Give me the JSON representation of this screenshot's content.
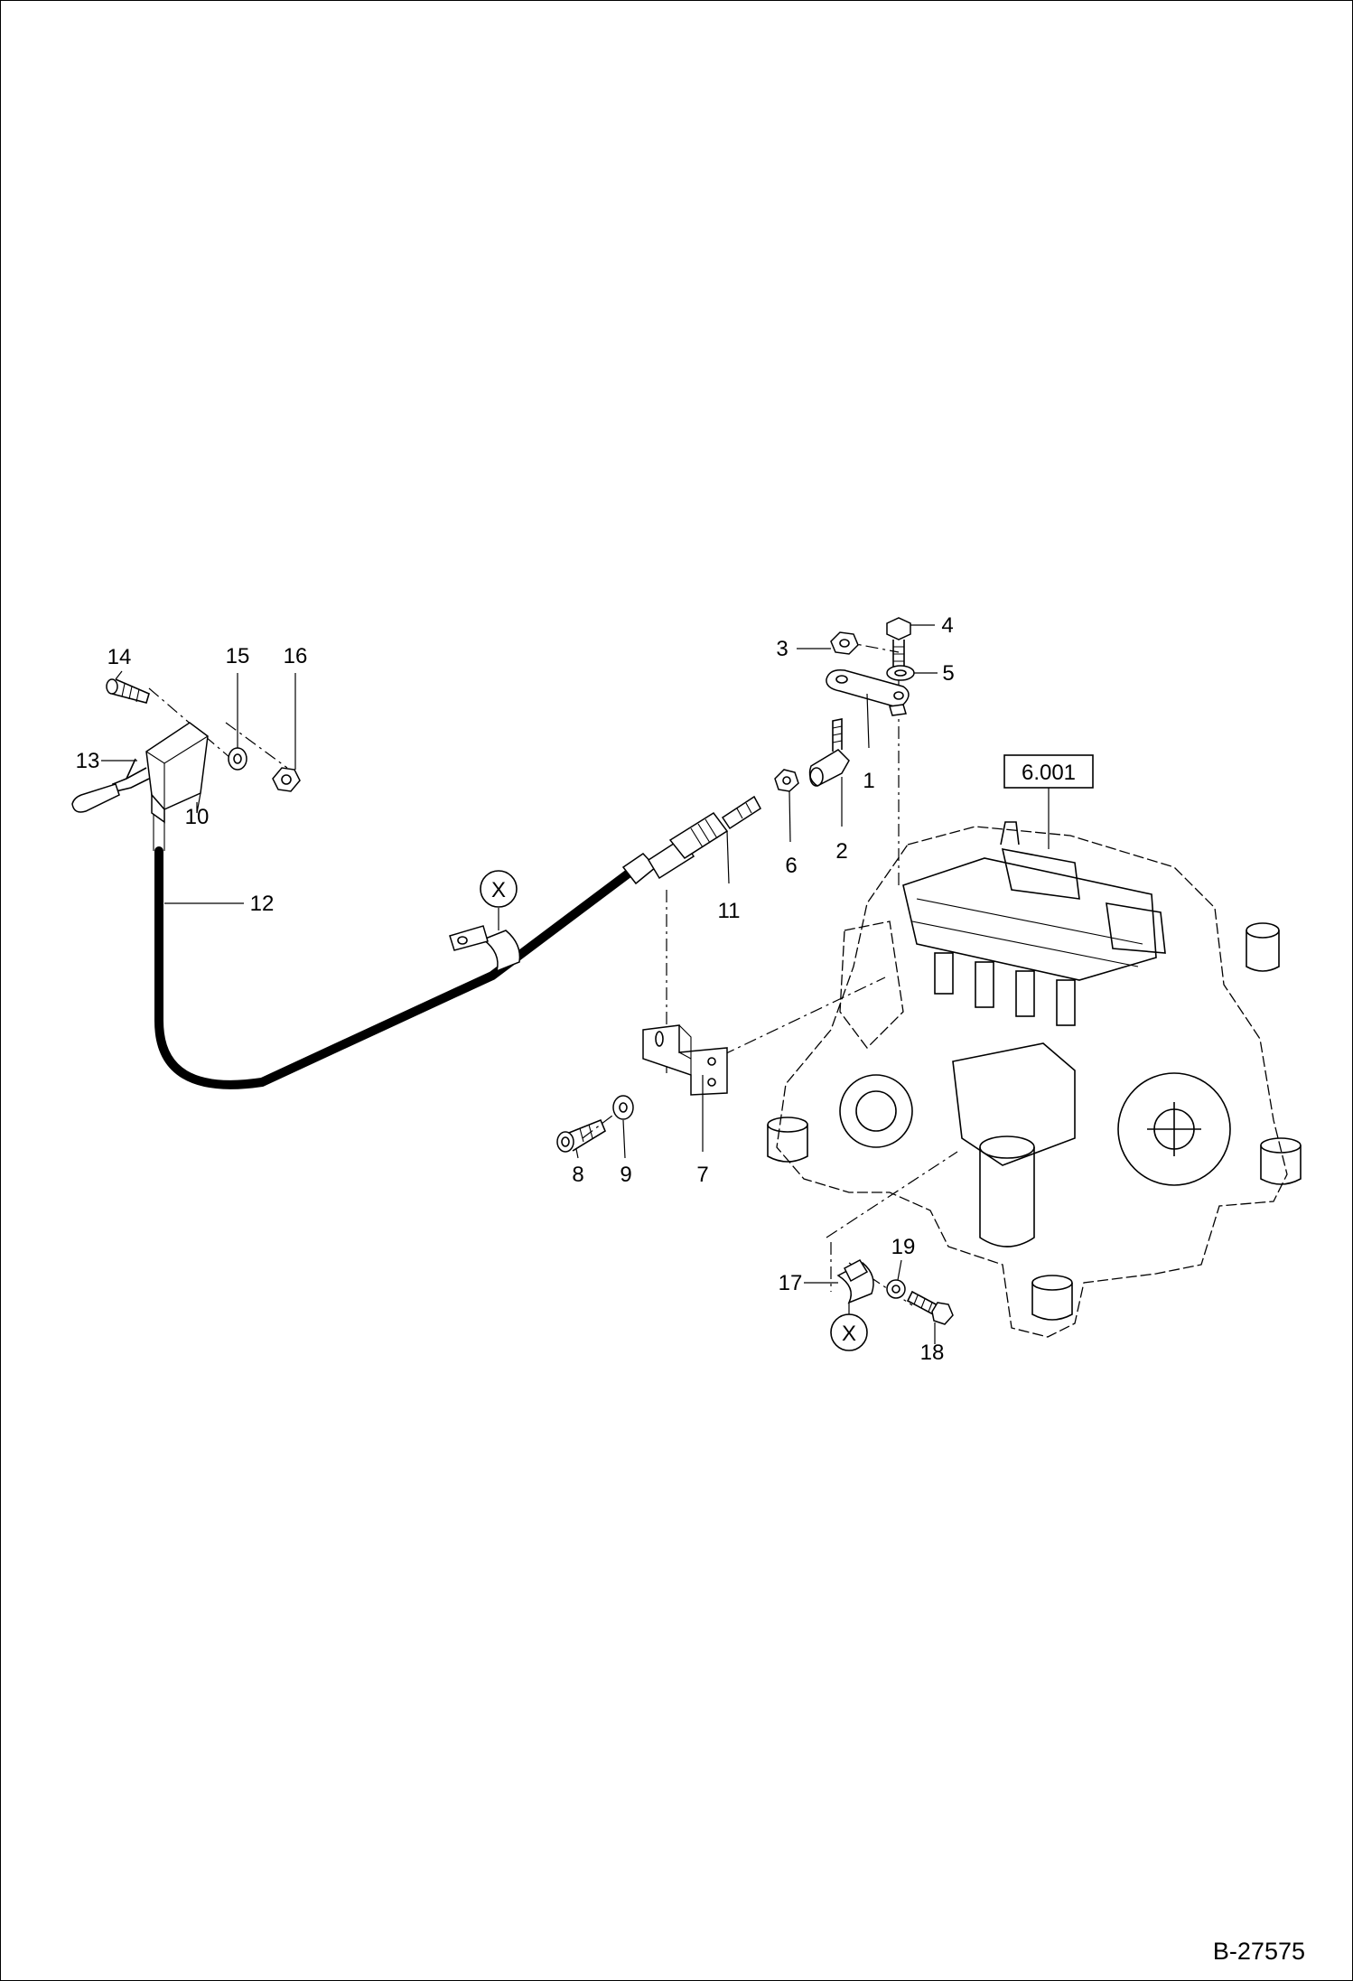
{
  "drawing": {
    "doc_number": "B-27575",
    "reference_box": "6.001",
    "callout_circle_letter": "X"
  },
  "callouts": [
    {
      "id": "1",
      "text": "1"
    },
    {
      "id": "2",
      "text": "2"
    },
    {
      "id": "3",
      "text": "3"
    },
    {
      "id": "4",
      "text": "4"
    },
    {
      "id": "5",
      "text": "5"
    },
    {
      "id": "6",
      "text": "6"
    },
    {
      "id": "7",
      "text": "7"
    },
    {
      "id": "8",
      "text": "8"
    },
    {
      "id": "9",
      "text": "9"
    },
    {
      "id": "10",
      "text": "10"
    },
    {
      "id": "11",
      "text": "11"
    },
    {
      "id": "12",
      "text": "12"
    },
    {
      "id": "13",
      "text": "13"
    },
    {
      "id": "14",
      "text": "14"
    },
    {
      "id": "15",
      "text": "15"
    },
    {
      "id": "16",
      "text": "16"
    },
    {
      "id": "17",
      "text": "17"
    },
    {
      "id": "18",
      "text": "18"
    },
    {
      "id": "19",
      "text": "19"
    }
  ]
}
